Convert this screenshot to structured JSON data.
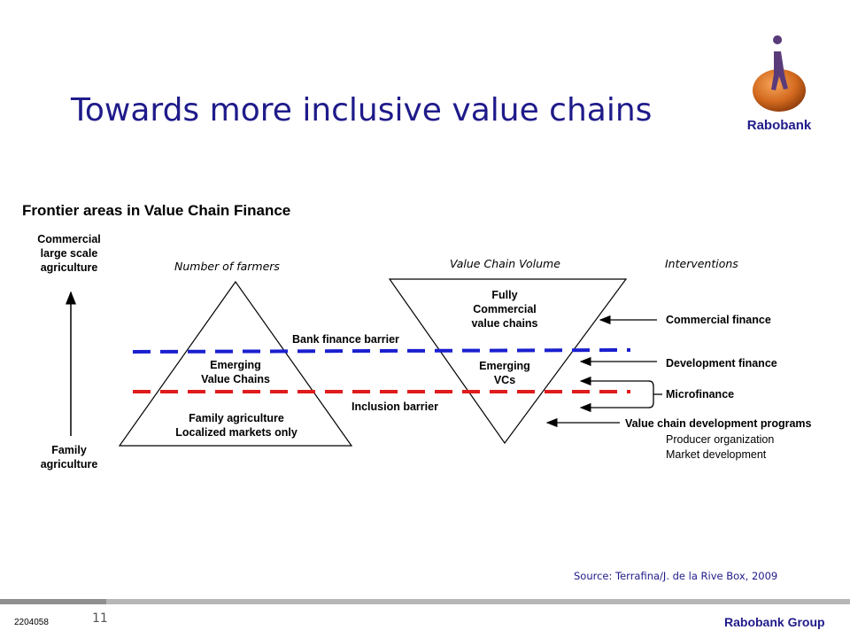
{
  "slide": {
    "title": "Towards more inclusive value chains",
    "subtitle": "Frontier areas in Value Chain Finance",
    "brand_logo_text": "Rabobank",
    "source": "Source: Terrafina/J. de la Rive Box, 2009",
    "page_number": "11",
    "doc_id": "2204058",
    "footer_brand": "Rabobank Group"
  },
  "axis": {
    "top_label": [
      "Commercial",
      "large scale",
      "agriculture"
    ],
    "bottom_label": [
      "Family",
      "agriculture"
    ]
  },
  "triangle": {
    "heading": "Number of farmers",
    "middle": [
      "Emerging",
      "Value Chains"
    ],
    "bottom": [
      "Family agriculture",
      "Localized markets only"
    ]
  },
  "inverted_triangle": {
    "heading": "Value Chain Volume",
    "top": [
      "Fully",
      "Commercial",
      "value chains"
    ],
    "middle": [
      "Emerging",
      "VCs"
    ]
  },
  "barriers": {
    "bank": "Bank finance barrier",
    "inclusion": "Inclusion barrier"
  },
  "interventions": {
    "heading": "Interventions",
    "items": [
      "Commercial finance",
      "Development finance",
      "Microfinance",
      "Value chain development programs"
    ],
    "sub_items": [
      "Producer organization",
      "Market development"
    ]
  },
  "colors": {
    "title": "#1f1b8a",
    "bank_barrier": "#1a1fcf",
    "inclusion_barrier": "#e01b1b",
    "logo_orange": "#d2691e",
    "logo_brand": "#1f1b8a"
  }
}
